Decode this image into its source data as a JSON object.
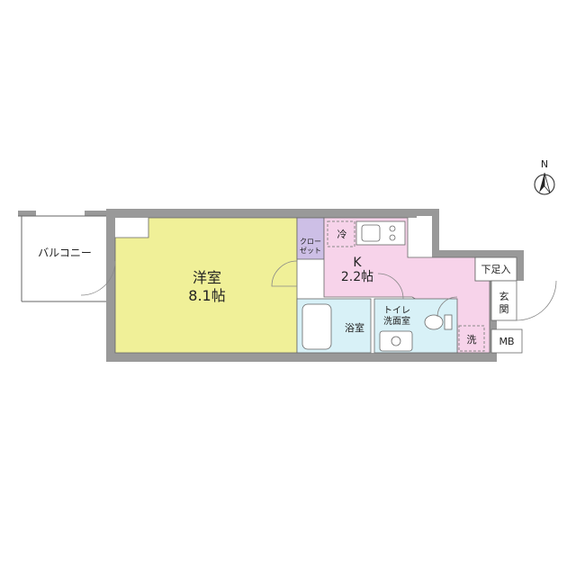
{
  "rooms": {
    "western_room": {
      "name": "洋室",
      "size": "8.1帖"
    },
    "kitchen": {
      "name": "K",
      "size": "2.2帖"
    },
    "bathroom": {
      "name": "浴室"
    },
    "toilet_washroom": {
      "line1": "トイレ",
      "line2": "洗面室"
    },
    "balcony": {
      "name": "バルコニー"
    },
    "closet": {
      "line1": "クロー",
      "line2": "ゼット"
    },
    "entrance": {
      "line1": "玄",
      "line2": "関"
    },
    "shoe_storage": {
      "name": "下足入"
    },
    "meter_box": {
      "name": "MB"
    }
  },
  "fixtures": {
    "fridge": "冷",
    "washer": "洗"
  },
  "compass": {
    "north": "N"
  },
  "colors": {
    "western_room": "#f0f098",
    "kitchen": "#f7d3ea",
    "wet_area": "#d8f1f7",
    "closet": "#cdbfe6",
    "wall": "#999999"
  }
}
